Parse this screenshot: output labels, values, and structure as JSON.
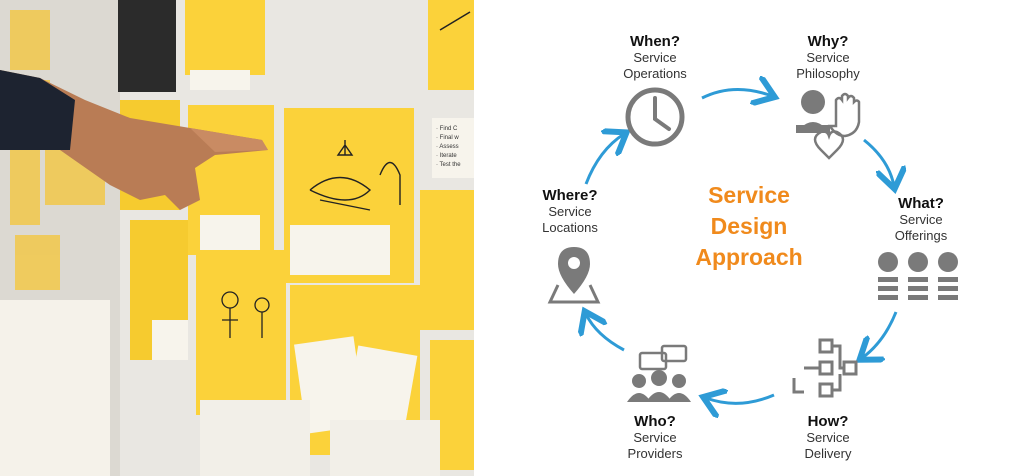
{
  "diagram": {
    "center_title_lines": [
      "Service",
      "Design",
      "Approach"
    ],
    "nodes": {
      "when": {
        "question": "When?",
        "subtitle_1": "Service",
        "subtitle_2": "Operations",
        "icon": "clock-icon"
      },
      "why": {
        "question": "Why?",
        "subtitle_1": "Service",
        "subtitle_2": "Philosophy",
        "icon": "person-hand-heart-icon"
      },
      "what": {
        "question": "What?",
        "subtitle_1": "Service",
        "subtitle_2": "Offerings",
        "icon": "offerings-list-icon"
      },
      "how": {
        "question": "How?",
        "subtitle_1": "Service",
        "subtitle_2": "Delivery",
        "icon": "flowchart-icon"
      },
      "who": {
        "question": "Who?",
        "subtitle_1": "Service",
        "subtitle_2": "Providers",
        "icon": "people-chat-icon"
      },
      "where": {
        "question": "Where?",
        "subtitle_1": "Service",
        "subtitle_2": "Locations",
        "icon": "map-pin-icon"
      }
    },
    "colors": {
      "accent": "#f08a1c",
      "arrow": "#2e9bd6",
      "icon": "#7a7a7a"
    }
  },
  "photo": {
    "note_lines": [
      "· Find C",
      "· Final w",
      "· Assess",
      "· Iterate",
      "· Test the"
    ]
  }
}
